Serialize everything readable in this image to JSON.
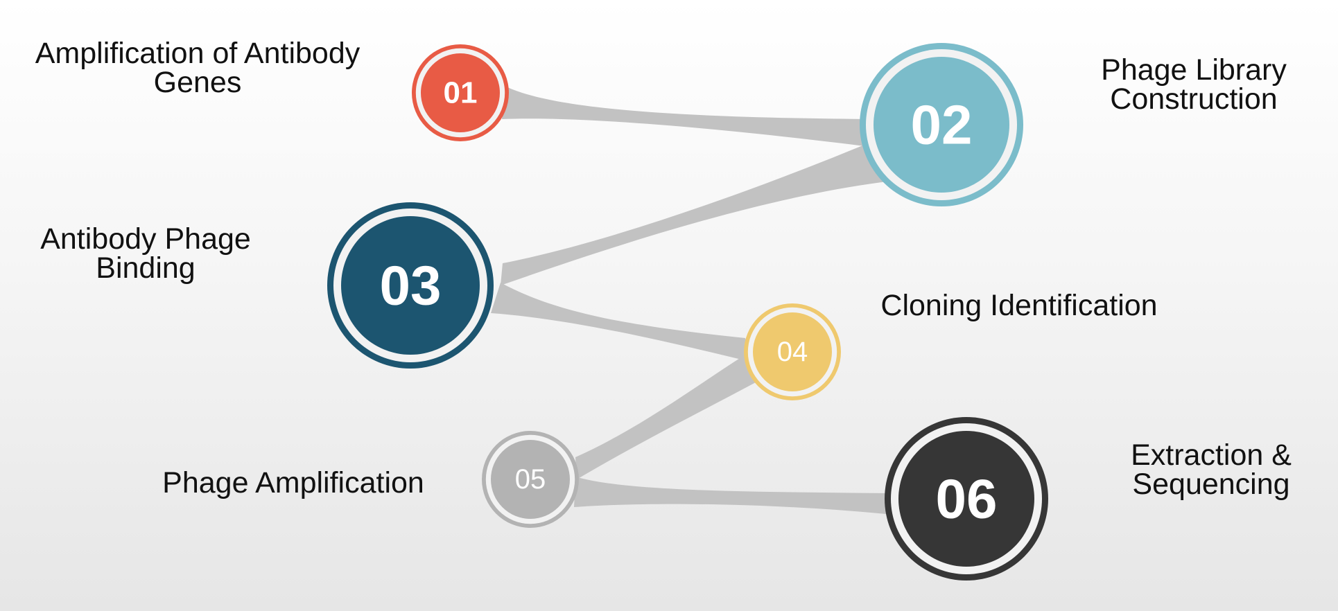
{
  "steps": [
    {
      "number": "01",
      "label_lines": [
        "Amplification of Antibody",
        "Genes"
      ],
      "color": "#e85b45"
    },
    {
      "number": "02",
      "label_lines": [
        "Phage Library",
        "Construction"
      ],
      "color": "#7bbcca"
    },
    {
      "number": "03",
      "label_lines": [
        "Antibody Phage",
        "Binding"
      ],
      "color": "#1c5570"
    },
    {
      "number": "04",
      "label_lines": [
        "Cloning Identification"
      ],
      "color": "#efc96e"
    },
    {
      "number": "05",
      "label_lines": [
        "Phage Amplification"
      ],
      "color": "#b3b3b3"
    },
    {
      "number": "06",
      "label_lines": [
        "Extraction &",
        "Sequencing"
      ],
      "color": "#363636"
    }
  ],
  "connector_color": "#c2c2c2"
}
